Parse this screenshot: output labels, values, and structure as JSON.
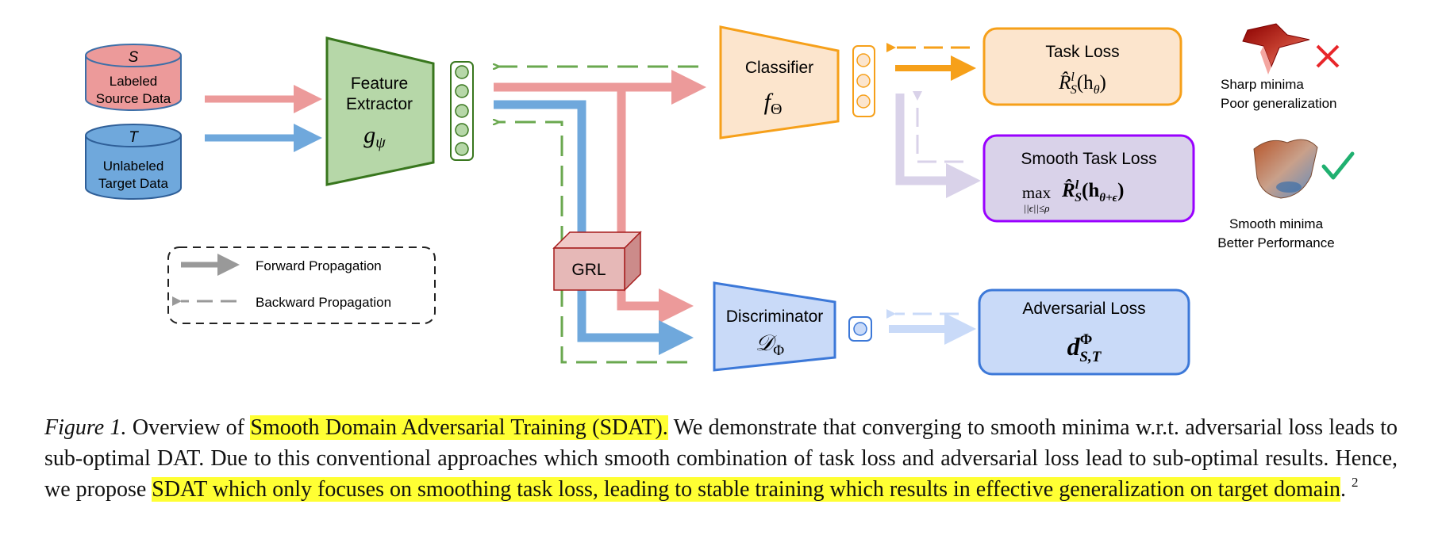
{
  "diagram": {
    "source_db": {
      "symbol": "S",
      "line1": "Labeled",
      "line2": "Source Data"
    },
    "target_db": {
      "symbol": "T",
      "line1": "Unlabeled",
      "line2": "Target Data"
    },
    "feature_extractor": {
      "line1": "Feature",
      "line2": "Extractor",
      "math": "g",
      "math_sub": "ψ"
    },
    "classifier": {
      "label": "Classifier",
      "math": "f",
      "math_sub": "Θ"
    },
    "discriminator": {
      "label": "Discriminator",
      "math": "𝒟",
      "math_sub": "Φ"
    },
    "grl": {
      "label": "GRL"
    },
    "task_loss": {
      "label": "Task Loss",
      "math_main": "R̂",
      "math_sup": "l",
      "math_sub": "S",
      "math_arg": "(h",
      "math_arg_sub": "θ",
      "math_close": ")"
    },
    "smooth_task_loss": {
      "label": "Smooth Task Loss",
      "op": "max",
      "op_sub": "||ϵ||≤ρ",
      "math_main": "R̂",
      "math_sup": "l",
      "math_sub": "S",
      "math_arg": "(h",
      "math_arg_sub": "θ+ϵ",
      "math_close": ")"
    },
    "adversarial_loss": {
      "label": "Adversarial Loss",
      "math_main": "d",
      "math_sup": "Φ",
      "math_sub": "S,T"
    },
    "legend": {
      "forward": "Forward Propagation",
      "backward": "Backward Propagation"
    },
    "sharp": {
      "line1": "Sharp minima",
      "line2": "Poor generalization"
    },
    "smooth": {
      "line1": "Smooth minima",
      "line2": "Better Performance"
    },
    "icons": {
      "sharp_mark": "cross-icon",
      "smooth_mark": "check-icon"
    },
    "colors": {
      "source": "#ec9a9a",
      "target": "#6fa8dc",
      "extractor": "#b6d7a8",
      "extractor_border": "#38761d",
      "classifier": "#fce5cd",
      "classifier_border": "#f6a01a",
      "discriminator": "#c9daf8",
      "discriminator_border": "#3c78d8",
      "smooth_box": "#d9d2e9",
      "smooth_border": "#9900ff",
      "grl": "#e6b8b7",
      "backward_green": "#6aa84f"
    }
  },
  "caption": {
    "fig_label": "Figure 1.",
    "text_a": " Overview of ",
    "hl_a": "Smooth Domain Adversarial Training (SDAT).",
    "text_b": " We demonstrate that converging to smooth minima w.r.t. adversarial loss leads to sub-optimal DAT. Due to this conventional approaches which smooth combination of task loss and adversarial loss lead to sub-optimal results. Hence, we propose ",
    "hl_b": "SDAT which only focuses on smoothing task loss, leading to stable training which results in effective generalization on target domain",
    "text_c": ".",
    "footnote": "2"
  }
}
